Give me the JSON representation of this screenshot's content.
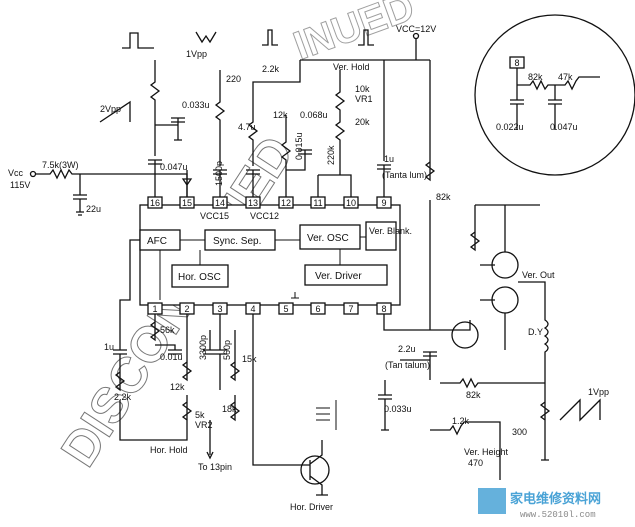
{
  "ic_blocks": [
    {
      "id": "afc",
      "label": "AFC"
    },
    {
      "id": "sync",
      "label": "Sync. Sep."
    },
    {
      "id": "vosc",
      "label": "Ver. OSC"
    },
    {
      "id": "vblank",
      "label": "Ver. Blank."
    },
    {
      "id": "hosc",
      "label": "Hor. OSC"
    },
    {
      "id": "vdrv",
      "label": "Ver. Driver"
    }
  ],
  "pins_top": [
    "16",
    "15",
    "14",
    "13",
    "12",
    "11",
    "10",
    "9"
  ],
  "pins_bottom": [
    "1",
    "2",
    "3",
    "4",
    "5",
    "6",
    "7",
    "8"
  ],
  "ic_labels": {
    "vcc15": "VCC15",
    "vcc12": "VCC12"
  },
  "supply": {
    "vcc_in": "Vcc",
    "vcc_in_volt": "115V",
    "vcc_right": "VCC=12V",
    "r_series": "7.5k(3W)",
    "c_bulk": "22u"
  },
  "waveforms": {
    "top_left": "1Vpp",
    "left_ramp": "2Vpp",
    "out_ramp": "1Vpp"
  },
  "components": {
    "c_0033u": "0.033u",
    "c_047u": "0.047u",
    "r_220": "220",
    "c_1500p": "1500p",
    "r_2k2_top": "2.2k",
    "c_4u7": "4.7u",
    "r_12k_top": "12k",
    "c_0068u": "0.068u",
    "c_0015u": "0.015u",
    "r_10k_vr1": "10k",
    "vr1": "VR1",
    "r_20k": "20k",
    "r_220k": "220k",
    "c_1u_tant": "1u",
    "tant_note": "(Tanta lum)",
    "r_82k_right": "82k",
    "ins_c_0022u": "0.022u",
    "ins_c_047u": "0.047u",
    "ins_r_82k": "82k",
    "ins_r_47k": "47k",
    "ins_pin": "8",
    "r_56k": "56k",
    "c_001u": "0.01u",
    "c_1u_left": "1u",
    "r_12k_bot": "12k",
    "r_2k2_left": "2.2k",
    "vr_5k": "5k",
    "vr2": "VR2",
    "c_3300p": "3300p",
    "c_560p": "560p",
    "r_15k": "15k",
    "r_18k": "18k",
    "c_22u_tant": "2.2u",
    "tant2_note": "(Tan talum)",
    "c_0033u_b": "0.033u",
    "r_82k_b": "82k",
    "r_1k2": "1.2k",
    "vr_300": "300",
    "r_470": "470"
  },
  "labels": {
    "ver_hold": "Ver. Hold",
    "hor_hold": "Hor. Hold",
    "to_13pin": "To 13pin",
    "hor_driver": "Hor. Driver",
    "ver_out": "Ver. Out",
    "dy": "D.Y",
    "ver_height": "Ver. Height"
  },
  "watermark": {
    "diagonal_text": "DISCONTINUED",
    "top_text": "INUED"
  },
  "logo": {
    "site_name": "家电维修资料网",
    "url": "www.52010l.com"
  }
}
